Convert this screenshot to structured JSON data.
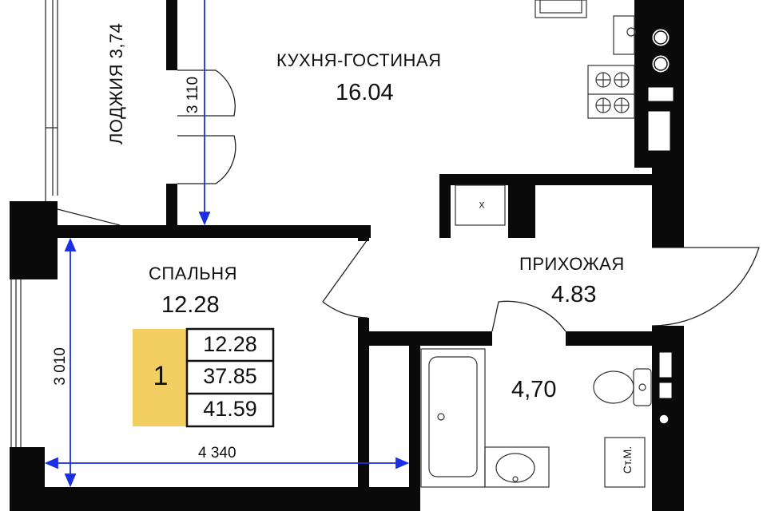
{
  "rooms": {
    "kitchen": {
      "name": "КУХНЯ-ГОСТИНАЯ",
      "area": "16.04"
    },
    "bedroom": {
      "name": "СПАЛЬНЯ",
      "area": "12.28"
    },
    "hall": {
      "name": "ПРИХОЖАЯ",
      "area": "4.83"
    },
    "bathroom": {
      "area": "4,70"
    },
    "loggia": {
      "name": "ЛОДЖИЯ 3,74"
    }
  },
  "dimensions": {
    "loggia_width": "3 110",
    "bedroom_height": "3 010",
    "bedroom_width": "4 340"
  },
  "fixtures": {
    "washer_label": "Ст.М."
  },
  "summary": {
    "room_count": "1",
    "living_area": "12.28",
    "total_area": "37.85",
    "area_with_loggia": "41.59"
  },
  "colors": {
    "wall": "#0a0a0a",
    "dimension_line": "#1a2ee6",
    "summary_fill": "#f2cf60",
    "line": "#222222"
  }
}
